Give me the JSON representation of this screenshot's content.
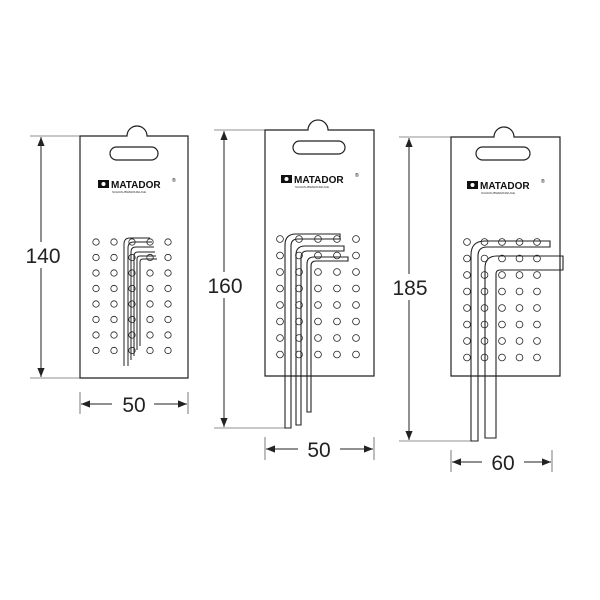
{
  "diagram": {
    "packs": [
      {
        "brand": "MATADOR",
        "reg": "®",
        "tagline": "SCHRAUBWERKZEUGE",
        "height_label": "140",
        "width_label": "50"
      },
      {
        "brand": "MATADOR",
        "reg": "®",
        "tagline": "SCHRAUBWERKZEUGE",
        "height_label": "160",
        "width_label": "50"
      },
      {
        "brand": "MATADOR",
        "reg": "®",
        "tagline": "SCHRAUBWERKZEUGE",
        "height_label": "185",
        "width_label": "60"
      }
    ]
  },
  "colors": {
    "line": "#222222",
    "card": "#ffffff"
  },
  "icons": {
    "logo": "matador-logo-icon",
    "arrow": "dimension-arrow-icon"
  }
}
